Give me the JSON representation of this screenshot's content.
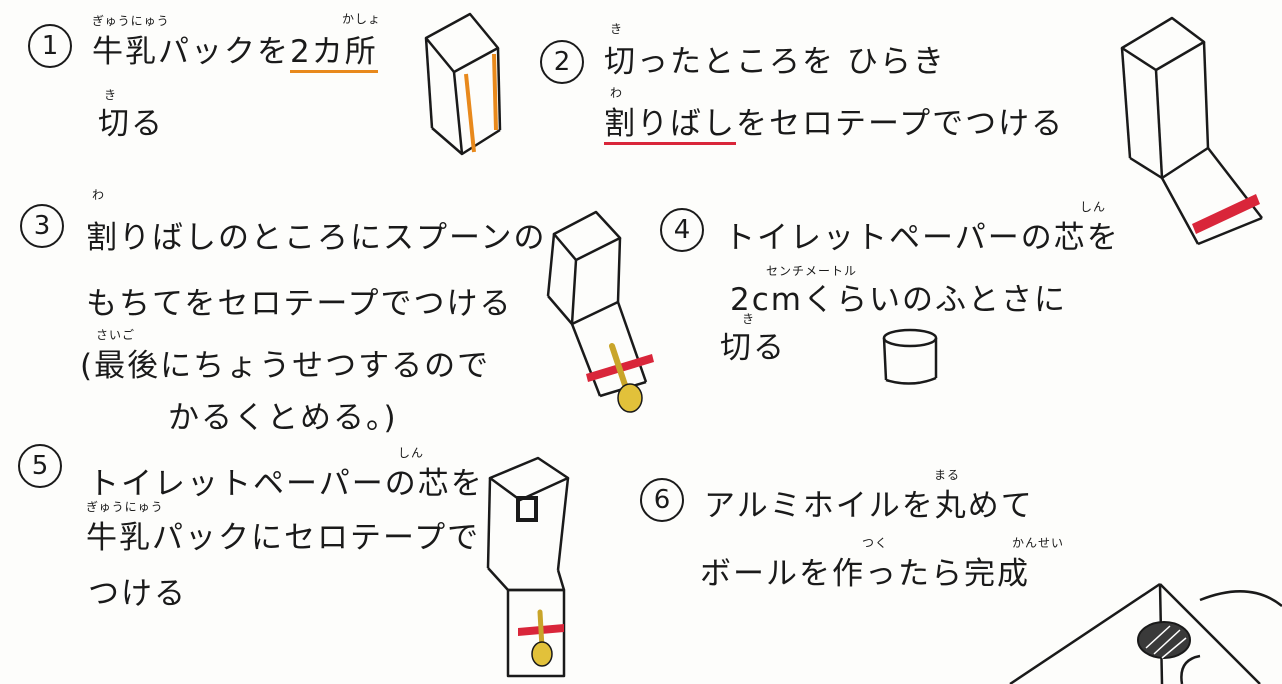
{
  "steps": [
    {
      "num": "1",
      "line1_a": "牛乳パックを",
      "line1_b": "2カ所",
      "line2": "切る",
      "ruby_gyunyu": "ぎゅうにゅう",
      "ruby_kasho": "かしょ",
      "ruby_ki": "き"
    },
    {
      "num": "2",
      "line1": "切ったところを ひらき",
      "line2_a": "割りばし",
      "line2_b": "をセロテープでつける",
      "ruby_ki": "き",
      "ruby_wa": "わ"
    },
    {
      "num": "3",
      "line1": "割りばしのところにスプーンの",
      "line2": "もちてをセロテープでつける",
      "line3": "(最後にちょうせつするので",
      "line4": "かるくとめる。)",
      "ruby_wa": "わ",
      "ruby_saigo": "さいご"
    },
    {
      "num": "4",
      "line1": "トイレットペーパーの芯を",
      "line2": "2cmくらいのふとさに",
      "line3": "切る",
      "ruby_shin": "しん",
      "ruby_senchi": "センチメートル",
      "ruby_ki": "き"
    },
    {
      "num": "5",
      "line1": "トイレットペーパーの芯を",
      "line2": "牛乳パックにセロテープで",
      "line3": "つける",
      "ruby_shin": "しん",
      "ruby_gyunyu": "ぎゅうにゅう"
    },
    {
      "num": "6",
      "line1": "アルミホイルを丸めて",
      "line2": "ボールを作ったら完成",
      "ruby_maru": "まる",
      "ruby_tsuku": "つく",
      "ruby_kansei": "かんせい"
    }
  ],
  "colors": {
    "ink": "#1a1a1a",
    "orange": "#e8891c",
    "red": "#d9263a",
    "spoon": "#e2c13a"
  }
}
